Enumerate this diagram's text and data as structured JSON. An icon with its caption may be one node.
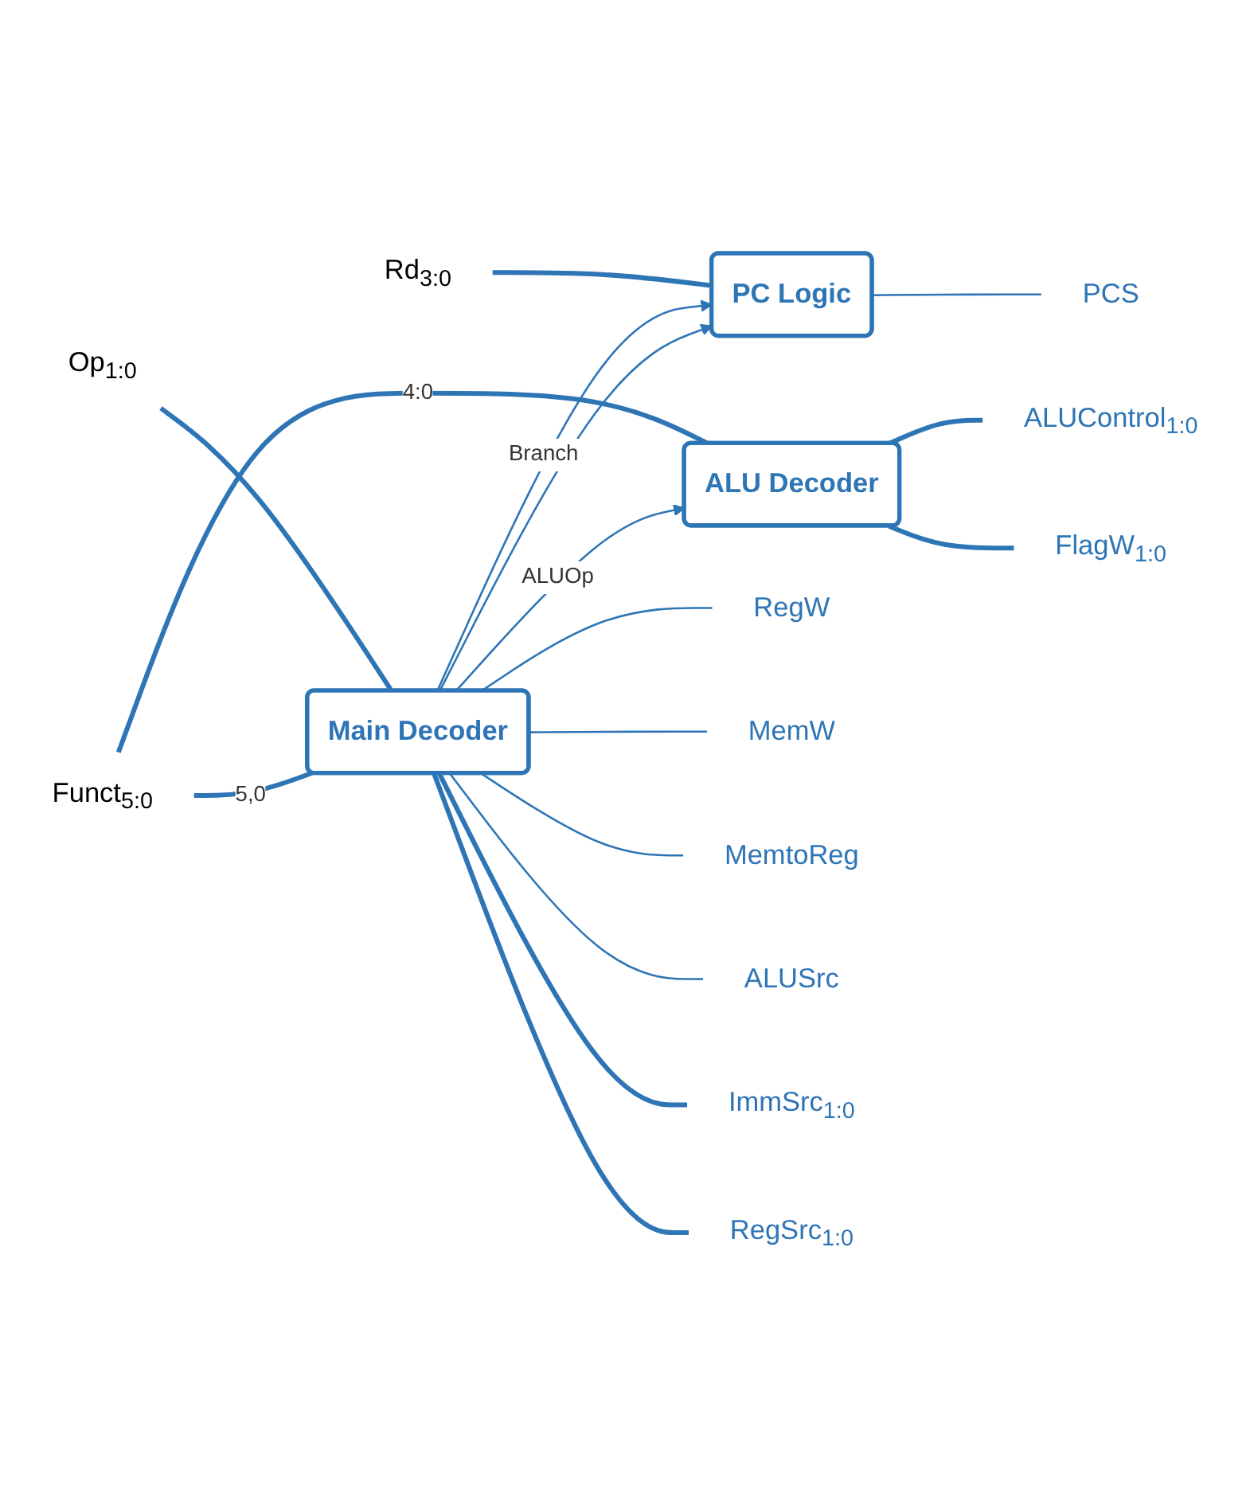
{
  "diagram": {
    "nodes": [
      {
        "text": [
          "PC Logic"
        ]
      },
      {
        "text": [
          "Main Decoder"
        ]
      },
      {
        "text": [
          "ALU Decoder"
        ]
      },
      {
        "text": [
          "Rd$_{3:0}$"
        ]
      },
      {
        "text": [
          "PCS"
        ]
      },
      {
        "text": [
          "Op$_{1:0}$"
        ]
      },
      {
        "text": [
          "Funct$_{5:0}$"
        ]
      },
      {
        "text": [
          "RegW"
        ]
      },
      {
        "text": [
          "MemW"
        ]
      },
      {
        "text": [
          "MemtoReg"
        ]
      },
      {
        "text": [
          "ALUSrc"
        ]
      },
      {
        "text": [
          "ImmSrc$_{1:0}$"
        ]
      },
      {
        "text": [
          "RegSrc$_{1:0}$"
        ]
      },
      {
        "text": [
          "ALUControl$_{1:0}$"
        ]
      },
      {
        "text": [
          "FlagW$_{1:0}$"
        ]
      }
    ],
    "edges": [
      {
        "from": 3,
        "to": 0,
        "arrow": "none",
        "style": "thick"
      },
      {
        "from": 0,
        "to": 4,
        "arrow": "none"
      },
      {
        "from": 1,
        "to": 0,
        "arrow": "to",
        "label": "Branch"
      },
      {
        "from": 1,
        "to": 0,
        "arrow": "to"
      },
      {
        "from": 5,
        "to": 1,
        "arrow": "none",
        "style": "thick"
      },
      {
        "from": 6,
        "to": 1,
        "arrow": "none",
        "style": "thick",
        "label": "5,0"
      },
      {
        "from": 6,
        "to": 2,
        "arrow": "none",
        "style": "thick",
        "label": "4:0"
      },
      {
        "from": 1,
        "to": 7,
        "arrow": "none"
      },
      {
        "from": 1,
        "to": 8,
        "arrow": "none"
      },
      {
        "from": 1,
        "to": 9,
        "arrow": "none"
      },
      {
        "from": 1,
        "to": 10,
        "arrow": "none"
      },
      {
        "from": 1,
        "to": 11,
        "arrow": "none",
        "style": "thick"
      },
      {
        "from": 1,
        "to": 12,
        "arrow": "none",
        "style": "thick"
      },
      {
        "from": 1,
        "to": 2,
        "arrow": "to",
        "label": "ALUOp"
      },
      {
        "from": 2,
        "to": 13,
        "arrow": "none",
        "style": "thick"
      },
      {
        "from": 2,
        "to": 14,
        "arrow": "none",
        "style": "thick"
      }
    ]
  }
}
